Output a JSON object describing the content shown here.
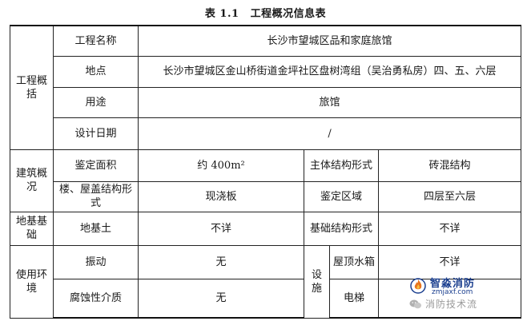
{
  "caption": {
    "number": "表 1.1",
    "title": "工程概况信息表"
  },
  "groups": {
    "project_overview": "工程概括",
    "building_overview": "建筑概况",
    "foundation": "地基基础",
    "environment": "使用环境",
    "facilities": "设施"
  },
  "project": {
    "name_label": "工程名称",
    "name_value": "长沙市望城区品和家庭旅馆",
    "location_label": "地点",
    "location_value": "长沙市望城区金山桥街道金坪社区盘树湾组（吴治勇私房）四、五、六层",
    "use_label": "用途",
    "use_value": "旅馆",
    "design_date_label": "设计日期",
    "design_date_value": "/"
  },
  "building": {
    "area_label": "鉴定面积",
    "area_value": "约 400m²",
    "main_structure_label": "主体结构形式",
    "main_structure_value": "砖混结构",
    "floor_roof_label": "楼、屋盖结构形式",
    "floor_roof_value": "现浇板",
    "appraisal_zone_label": "鉴定区域",
    "appraisal_zone_value": "四层至六层"
  },
  "foundation": {
    "soil_label": "地基土",
    "soil_value": "不详",
    "structure_label": "基础结构形式",
    "structure_value": "不详"
  },
  "environment": {
    "vibration_label": "振动",
    "vibration_value": "无",
    "roof_tank_label": "屋顶水箱",
    "roof_tank_value": "不详",
    "corrosive_label": "腐蚀性介质",
    "corrosive_value": "无",
    "elevator_label": "电梯",
    "elevator_value": ""
  },
  "watermark": {
    "name": "智淼消防",
    "domain": "zmjaxf.com",
    "handle": "消防技术流",
    "brand_color": "#1b3f8f"
  }
}
